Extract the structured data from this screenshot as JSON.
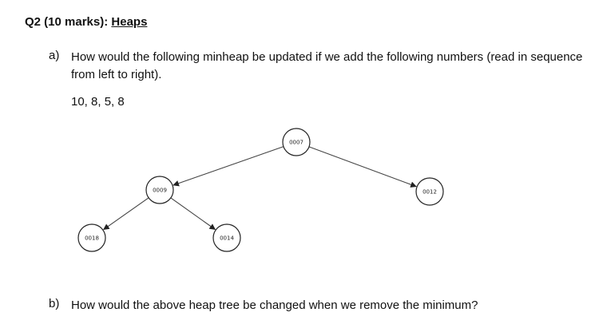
{
  "question": {
    "number": "Q2 (10 marks):",
    "topic": "Heaps"
  },
  "part_a": {
    "label": "a)",
    "text": "How would the following minheap be updated if we add the following numbers (read in sequence from left to right).",
    "sequence": "10, 8, 5, 8"
  },
  "heap": {
    "nodes": [
      {
        "id": "root",
        "label": "0007"
      },
      {
        "id": "left",
        "label": "0009"
      },
      {
        "id": "right",
        "label": "0012"
      },
      {
        "id": "left-left",
        "label": "0018"
      },
      {
        "id": "left-right",
        "label": "0014"
      }
    ],
    "edges": [
      [
        "root",
        "left"
      ],
      [
        "root",
        "right"
      ],
      [
        "left",
        "left-left"
      ],
      [
        "left",
        "left-right"
      ]
    ]
  },
  "part_b": {
    "label": "b)",
    "text": "How would the above heap tree be changed when we remove the minimum?"
  }
}
